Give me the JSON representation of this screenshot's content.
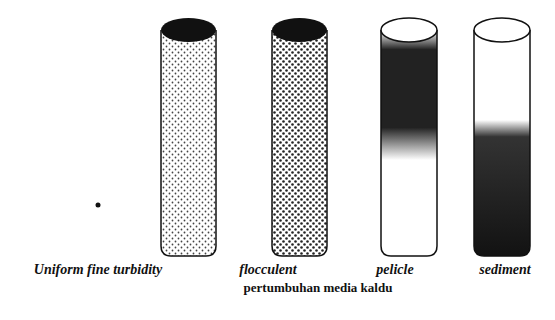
{
  "diagram": {
    "caption": "pertumbuhan media kaldu",
    "labels": [
      "Uniform fine turbidity",
      "flocculent",
      "pelicle",
      "sediment"
    ]
  }
}
